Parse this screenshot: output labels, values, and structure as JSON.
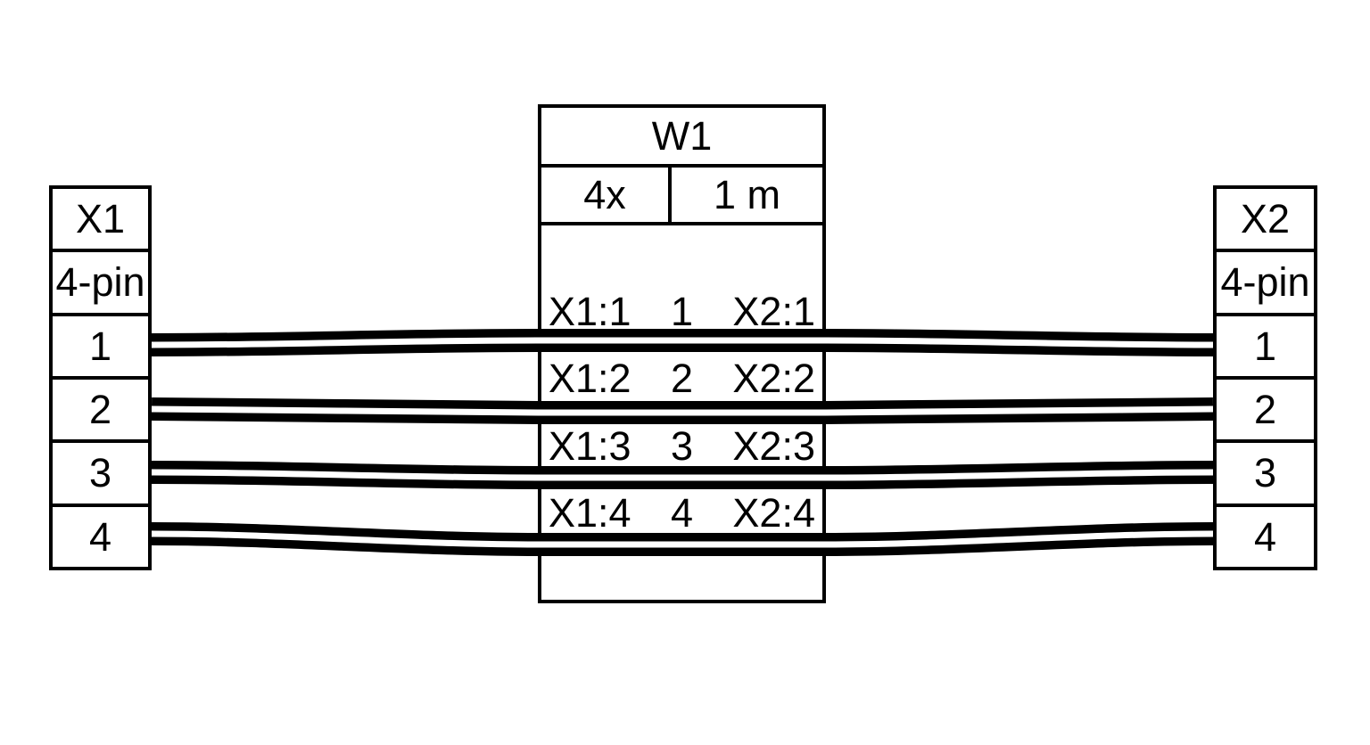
{
  "diagram": {
    "kind": "cable-harness-wiring-diagram",
    "colors": {
      "line": "#000000",
      "background": "#ffffff",
      "wire_core": "#ffffff"
    },
    "connectors": [
      {
        "designator": "X1",
        "type": "4-pin",
        "pins": [
          "1",
          "2",
          "3",
          "4"
        ]
      },
      {
        "designator": "X2",
        "type": "4-pin",
        "pins": [
          "1",
          "2",
          "3",
          "4"
        ]
      }
    ],
    "cable": {
      "designator": "W1",
      "wirecount": "4x",
      "length": "1 m",
      "wires": [
        {
          "from": "X1:1",
          "number": "1",
          "to": "X2:1"
        },
        {
          "from": "X1:2",
          "number": "2",
          "to": "X2:2"
        },
        {
          "from": "X1:3",
          "number": "3",
          "to": "X2:3"
        },
        {
          "from": "X1:4",
          "number": "4",
          "to": "X2:4"
        }
      ]
    }
  }
}
